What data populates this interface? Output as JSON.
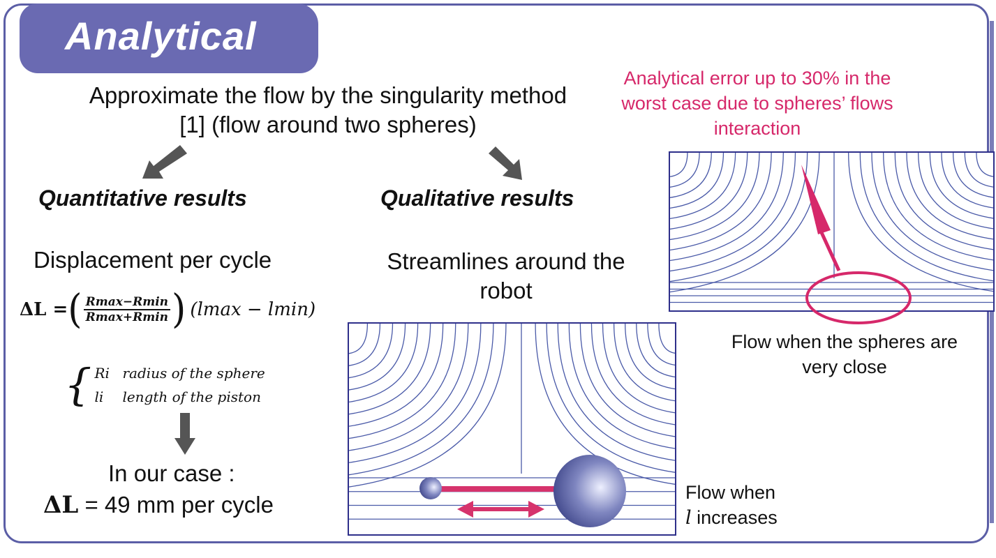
{
  "title": "Analytical",
  "intro": "Approximate the flow by the singularity method [1] (flow around two spheres)",
  "left": {
    "heading": "Quantitative results",
    "subheading": "Displacement per cycle",
    "formula": {
      "lhs": "ΔL =",
      "numerator": "Rmax−Rmin",
      "denominator": "Rmax+Rmin",
      "rhs": "(lmax − lmin)"
    },
    "legend": [
      {
        "symbol": "Ri",
        "text": "radius of the sphere"
      },
      {
        "symbol": "li",
        "text": "length of the piston"
      }
    ],
    "result_line1": "In our case :",
    "result_symbol": "ΔL",
    "result_line2": "= 49 mm per cycle"
  },
  "middle": {
    "heading": "Qualitative results",
    "subheading": "Streamlines around the robot",
    "caption_line1": "Flow when",
    "caption_symbol": "l",
    "caption_line2": "increases"
  },
  "right": {
    "note": "Analytical error up to 30% in the worst case due to spheres’ flows interaction",
    "caption": "Flow when the spheres are very close"
  },
  "colors": {
    "accent": "#6a6ab2",
    "highlight": "#d6286a",
    "streamline": "#4a5aa8"
  }
}
